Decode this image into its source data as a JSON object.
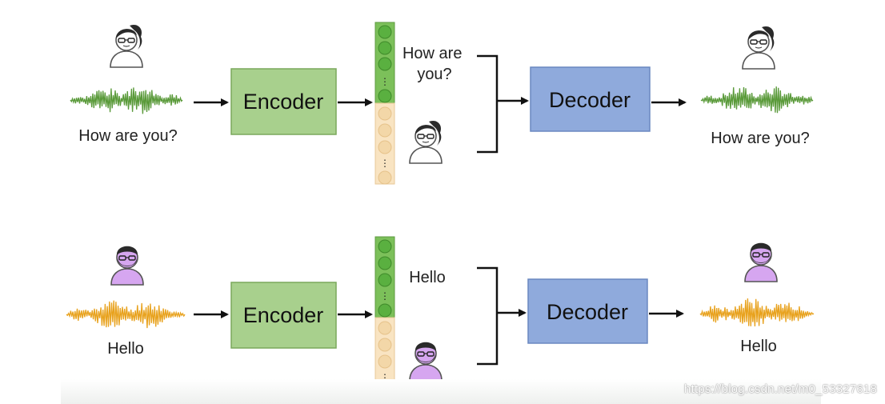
{
  "rows": [
    {
      "id": "top",
      "speaker_label": "How are you?",
      "encoder_label": "Encoder",
      "content_label": "How are\nyou?",
      "decoder_label": "Decoder",
      "output_label": "How are you?",
      "waveform_color": "#5a9a3a",
      "speaker": "woman-avatar-icon"
    },
    {
      "id": "bottom",
      "speaker_label": "Hello",
      "encoder_label": "Encoder",
      "content_label": "Hello",
      "decoder_label": "Decoder",
      "output_label": "Hello",
      "waveform_color": "#e8a21e",
      "speaker": "man-avatar-icon"
    }
  ],
  "colors": {
    "encoder_fill": "#a8d08d",
    "encoder_border": "#7aa85c",
    "decoder_fill": "#8faadc",
    "decoder_border": "#6a88c0",
    "content_code": "#6cb84a",
    "speaker_code": "#f5d8a8",
    "woman_avatar": "#ffffff",
    "man_avatar": "#d6a6f0"
  },
  "watermark": "https://blog.csdn.net/m0_53327618"
}
